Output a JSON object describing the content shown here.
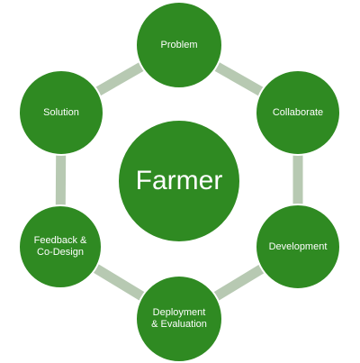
{
  "diagram": {
    "center_label": "Farmer",
    "nodes": [
      {
        "id": "problem",
        "label": "Problem"
      },
      {
        "id": "collaborate",
        "label": "Collaborate"
      },
      {
        "id": "development",
        "label": "Development"
      },
      {
        "id": "deployment",
        "label": "Deployment\n& Evaluation"
      },
      {
        "id": "feedback",
        "label": "Feedback &\nCo-Design"
      },
      {
        "id": "solution",
        "label": "Solution"
      }
    ],
    "colors": {
      "node_green": "#2f8a22",
      "ring_gray_green": "#b7c9b2",
      "text": "#ffffff",
      "background": "#ffffff"
    }
  }
}
